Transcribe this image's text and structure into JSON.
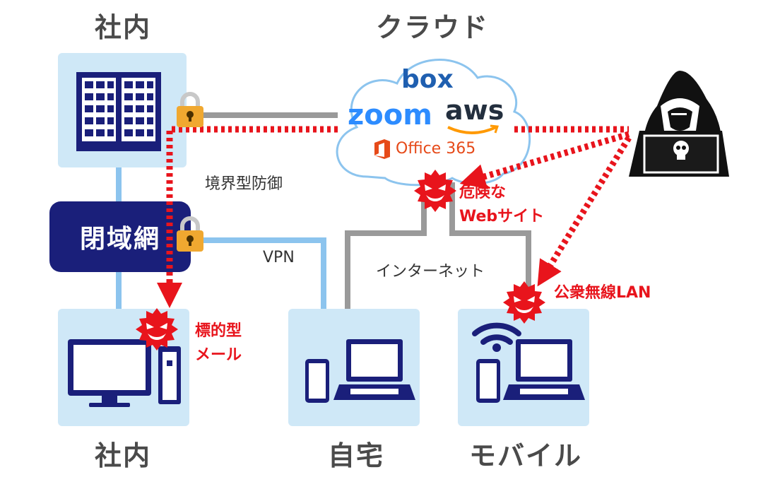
{
  "sections": {
    "onprem_top": "社内",
    "cloud": "クラウド",
    "onprem_bottom": "社内",
    "home": "自宅",
    "mobile": "モバイル"
  },
  "cloud_services": {
    "box": "box",
    "zoom": "zoom",
    "aws": "aws",
    "office": "Office 365"
  },
  "closed_network": "閉域網",
  "captions": {
    "perimeter_defense": "境界型防御",
    "vpn": "VPN",
    "internet": "インターネット"
  },
  "threats": {
    "malicious_site_line1": "危険な",
    "malicious_site_line2": "Webサイト",
    "public_wifi": "公衆無線LAN",
    "targeted_mail_line1": "標的型",
    "targeted_mail_line2": "メール"
  },
  "colors": {
    "box_fill": "#cfe8f7",
    "navy": "#1a1f7a",
    "threat_red": "#e8141c",
    "connector_blue": "#8cc4ee",
    "connector_gray": "#9a9a9a",
    "lock_gold": "#f0a830"
  }
}
